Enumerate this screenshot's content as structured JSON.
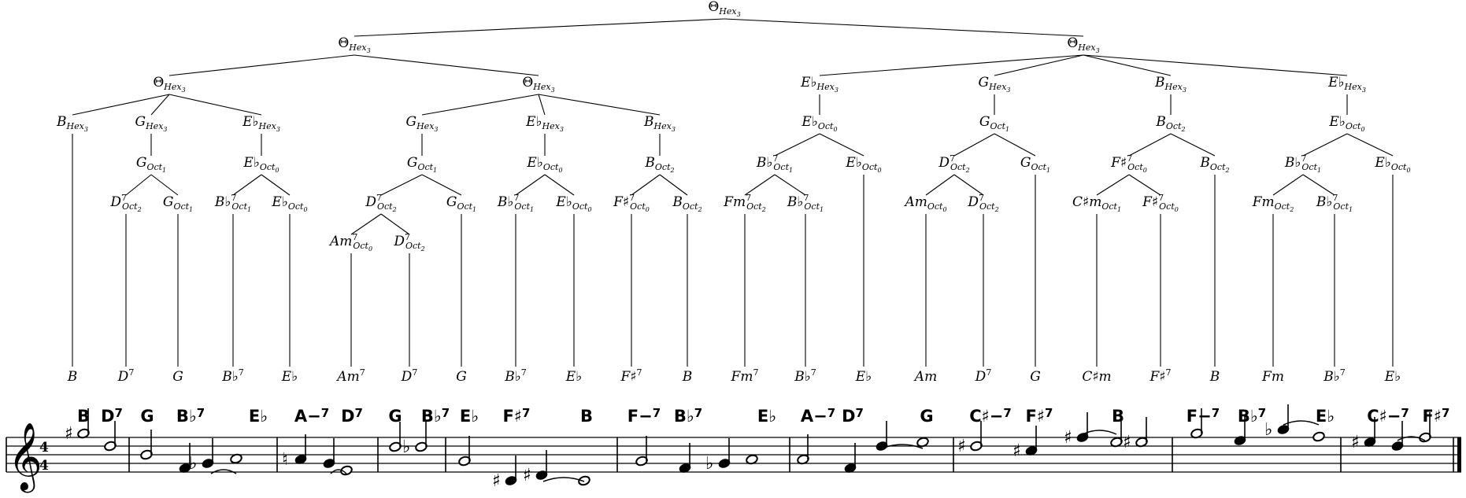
{
  "tree": {
    "root": {
      "id": "r",
      "label": "Θ",
      "sub": "Hex",
      "subsub": "3",
      "children": [
        {
          "id": "a",
          "label": "Θ",
          "sub": "Hex",
          "subsub": "3",
          "children": [
            {
              "id": "a1",
              "label": "Θ",
              "sub": "Hex",
              "subsub": "3",
              "children": [
                {
                  "id": "a1a",
                  "label": "B",
                  "sub": "Hex",
                  "subsub": "3",
                  "children": [
                    {
                      "id": "L1",
                      "leaf": "B"
                    }
                  ]
                },
                {
                  "id": "a1b",
                  "label": "G",
                  "sub": "Hex",
                  "subsub": "3",
                  "children": [
                    {
                      "id": "a1b1",
                      "label": "G",
                      "sub": "Oct",
                      "subsub": "1",
                      "children": [
                        {
                          "id": "a1b1a",
                          "label": "D",
                          "sup": "7",
                          "sub": "Oct",
                          "subsub": "2",
                          "children": [
                            {
                              "id": "L2",
                              "leaf": "D",
                              "leafsup": "7"
                            }
                          ]
                        },
                        {
                          "id": "a1b1b",
                          "label": "G",
                          "sub": "Oct",
                          "subsub": "1",
                          "children": [
                            {
                              "id": "L3",
                              "leaf": "G"
                            }
                          ]
                        }
                      ]
                    }
                  ]
                },
                {
                  "id": "a1c",
                  "label": "E♭",
                  "sub": "Hex",
                  "subsub": "3",
                  "children": [
                    {
                      "id": "a1c1",
                      "label": "E♭",
                      "sub": "Oct",
                      "subsub": "0",
                      "children": [
                        {
                          "id": "a1c1a",
                          "label": "B♭",
                          "sup": "7",
                          "sub": "Oct",
                          "subsub": "1",
                          "children": [
                            {
                              "id": "L4",
                              "leaf": "B♭",
                              "leafsup": "7"
                            }
                          ]
                        },
                        {
                          "id": "a1c1b",
                          "label": "E♭",
                          "sub": "Oct",
                          "subsub": "0",
                          "children": [
                            {
                              "id": "L5",
                              "leaf": "E♭"
                            }
                          ]
                        }
                      ]
                    }
                  ]
                }
              ]
            },
            {
              "id": "a2",
              "label": "Θ",
              "sub": "Hex",
              "subsub": "3",
              "children": [
                {
                  "id": "a2a",
                  "label": "G",
                  "sub": "Hex",
                  "subsub": "3",
                  "children": [
                    {
                      "id": "a2a1",
                      "label": "G",
                      "sub": "Oct",
                      "subsub": "1",
                      "children": [
                        {
                          "id": "a2a1a",
                          "label": "D",
                          "sup": "7",
                          "sub": "Oct",
                          "subsub": "2",
                          "children": [
                            {
                              "id": "a2a1a1",
                              "label": "Am",
                              "sup": "7",
                              "sub": "Oct",
                              "subsub": "0",
                              "children": [
                                {
                                  "id": "L6",
                                  "leaf": "Am",
                                  "leafsup": "7"
                                }
                              ]
                            },
                            {
                              "id": "a2a1a2",
                              "label": "D",
                              "sup": "7",
                              "sub": "Oct",
                              "subsub": "2",
                              "children": [
                                {
                                  "id": "L7",
                                  "leaf": "D",
                                  "leafsup": "7"
                                }
                              ]
                            }
                          ]
                        },
                        {
                          "id": "a2a1b",
                          "label": "G",
                          "sub": "Oct",
                          "subsub": "1",
                          "children": [
                            {
                              "id": "L8",
                              "leaf": "G"
                            }
                          ]
                        }
                      ]
                    }
                  ]
                },
                {
                  "id": "a2b",
                  "label": "E♭",
                  "sub": "Hex",
                  "subsub": "3",
                  "children": [
                    {
                      "id": "a2b1",
                      "label": "E♭",
                      "sub": "Oct",
                      "subsub": "0",
                      "children": [
                        {
                          "id": "a2b1a",
                          "label": "B♭",
                          "sup": "7",
                          "sub": "Oct",
                          "subsub": "1",
                          "children": [
                            {
                              "id": "L9",
                              "leaf": "B♭",
                              "leafsup": "7"
                            }
                          ]
                        },
                        {
                          "id": "a2b1b",
                          "label": "E♭",
                          "sub": "Oct",
                          "subsub": "0",
                          "children": [
                            {
                              "id": "L10",
                              "leaf": "E♭"
                            }
                          ]
                        }
                      ]
                    }
                  ]
                },
                {
                  "id": "a2c",
                  "label": "B",
                  "sub": "Hex",
                  "subsub": "3",
                  "children": [
                    {
                      "id": "a2c1",
                      "label": "B",
                      "sub": "Oct",
                      "subsub": "2",
                      "children": [
                        {
                          "id": "a2c1a",
                          "label": "F♯",
                          "sup": "7",
                          "sub": "Oct",
                          "subsub": "0",
                          "children": [
                            {
                              "id": "L11",
                              "leaf": "F♯",
                              "leafsup": "7"
                            }
                          ]
                        },
                        {
                          "id": "a2c1b",
                          "label": "B",
                          "sub": "Oct",
                          "subsub": "2",
                          "children": [
                            {
                              "id": "L12",
                              "leaf": "B"
                            }
                          ]
                        }
                      ]
                    }
                  ]
                }
              ]
            }
          ]
        },
        {
          "id": "b",
          "label": "Θ",
          "sub": "Hex",
          "subsub": "3",
          "children": [
            {
              "id": "b1",
              "label": "E♭",
              "sub": "Hex",
              "subsub": "3",
              "children": [
                {
                  "id": "b1a",
                  "label": "E♭",
                  "sub": "Oct",
                  "subsub": "0",
                  "children": [
                    {
                      "id": "b1a1",
                      "label": "B♭",
                      "sup": "7",
                      "sub": "Oct",
                      "subsub": "1",
                      "children": [
                        {
                          "id": "b1a1a",
                          "label": "Fm",
                          "sup": "7",
                          "sub": "Oct",
                          "subsub": "2",
                          "children": [
                            {
                              "id": "L13",
                              "leaf": "Fm",
                              "leafsup": "7"
                            }
                          ]
                        },
                        {
                          "id": "b1a1b",
                          "label": "B♭",
                          "sup": "7",
                          "sub": "Oct",
                          "subsub": "1",
                          "children": [
                            {
                              "id": "L14",
                              "leaf": "B♭",
                              "leafsup": "7"
                            }
                          ]
                        }
                      ]
                    },
                    {
                      "id": "b1a2",
                      "label": "E♭",
                      "sub": "Oct",
                      "subsub": "0",
                      "children": [
                        {
                          "id": "L15",
                          "leaf": "E♭"
                        }
                      ]
                    }
                  ]
                }
              ]
            },
            {
              "id": "b2",
              "label": "G",
              "sub": "Hex",
              "subsub": "3",
              "children": [
                {
                  "id": "b2a",
                  "label": "G",
                  "sub": "Oct",
                  "subsub": "1",
                  "children": [
                    {
                      "id": "b2a1",
                      "label": "D",
                      "sup": "7",
                      "sub": "Oct",
                      "subsub": "2",
                      "children": [
                        {
                          "id": "b2a1a",
                          "label": "Am",
                          "sub": "Oct",
                          "subsub": "0",
                          "children": [
                            {
                              "id": "L16",
                              "leaf": "Am"
                            }
                          ]
                        },
                        {
                          "id": "b2a1b",
                          "label": "D",
                          "sup": "7",
                          "sub": "Oct",
                          "subsub": "2",
                          "children": [
                            {
                              "id": "L17",
                              "leaf": "D",
                              "leafsup": "7"
                            }
                          ]
                        }
                      ]
                    },
                    {
                      "id": "b2a2",
                      "label": "G",
                      "sub": "Oct",
                      "subsub": "1",
                      "children": [
                        {
                          "id": "L18",
                          "leaf": "G"
                        }
                      ]
                    }
                  ]
                }
              ]
            },
            {
              "id": "b3",
              "label": "B",
              "sub": "Hex",
              "subsub": "3",
              "children": [
                {
                  "id": "b3a",
                  "label": "B",
                  "sub": "Oct",
                  "subsub": "2",
                  "children": [
                    {
                      "id": "b3a1",
                      "label": "F♯",
                      "sup": "7",
                      "sub": "Oct",
                      "subsub": "0",
                      "children": [
                        {
                          "id": "b3a1a",
                          "label": "C♯m",
                          "sub": "Oct",
                          "subsub": "1",
                          "children": [
                            {
                              "id": "L19",
                              "leaf": "C♯m"
                            }
                          ]
                        },
                        {
                          "id": "b3a1b",
                          "label": "F♯",
                          "sup": "7",
                          "sub": "Oct",
                          "subsub": "0",
                          "children": [
                            {
                              "id": "L20",
                              "leaf": "F♯",
                              "leafsup": "7"
                            }
                          ]
                        }
                      ]
                    },
                    {
                      "id": "b3a2",
                      "label": "B",
                      "sub": "Oct",
                      "subsub": "2",
                      "children": [
                        {
                          "id": "L21",
                          "leaf": "B"
                        }
                      ]
                    }
                  ]
                }
              ]
            },
            {
              "id": "b4",
              "label": "E♭",
              "sub": "Hex",
              "subsub": "3",
              "children": [
                {
                  "id": "b4a",
                  "label": "E♭",
                  "sub": "Oct",
                  "subsub": "0",
                  "children": [
                    {
                      "id": "b4a1",
                      "label": "B♭",
                      "sup": "7",
                      "sub": "Oct",
                      "subsub": "1",
                      "children": [
                        {
                          "id": "b4a1a",
                          "label": "Fm",
                          "sub": "Oct",
                          "subsub": "2",
                          "children": [
                            {
                              "id": "L22",
                              "leaf": "Fm"
                            }
                          ]
                        },
                        {
                          "id": "b4a1b",
                          "label": "B♭",
                          "sup": "7",
                          "sub": "Oct",
                          "subsub": "1",
                          "children": [
                            {
                              "id": "L23",
                              "leaf": "B♭",
                              "leafsup": "7"
                            }
                          ]
                        }
                      ]
                    },
                    {
                      "id": "b4a2",
                      "label": "E♭",
                      "sub": "Oct",
                      "subsub": "0",
                      "children": [
                        {
                          "id": "L24",
                          "leaf": "E♭"
                        }
                      ]
                    }
                  ]
                }
              ]
            }
          ]
        }
      ]
    }
  },
  "chord_symbols": [
    "B",
    "D7",
    "G",
    "B♭7",
    "E♭",
    "A−7",
    "D7",
    "G",
    "B♭7",
    "E♭",
    "F♯7",
    "B",
    "F−7",
    "B♭7",
    "E♭",
    "A−7",
    "D7",
    "G",
    "C♯−7",
    "F♯7",
    "B",
    "F−7",
    "B♭7",
    "E♭",
    "C♯−7",
    "F♯7"
  ],
  "time_signature": {
    "top": "4",
    "bottom": "4"
  }
}
